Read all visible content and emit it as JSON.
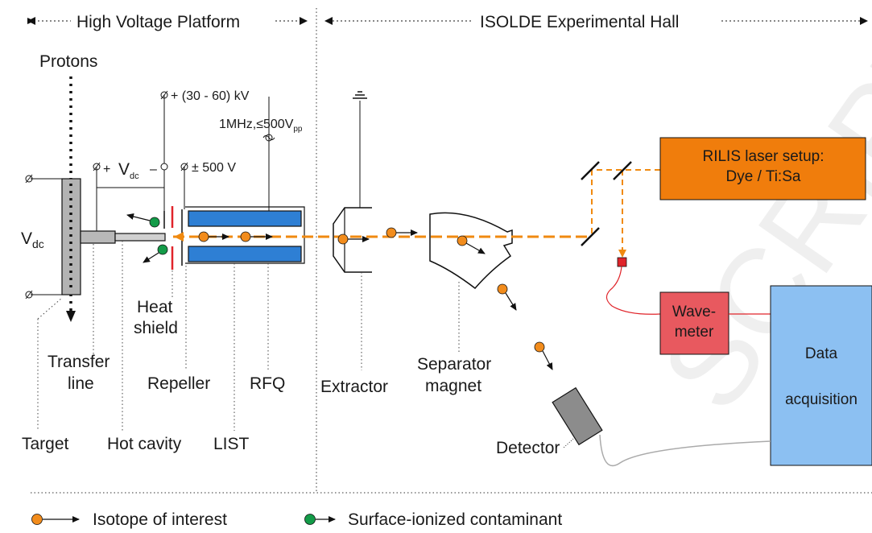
{
  "regions": {
    "high_voltage_platform": "High Voltage Platform",
    "experimental_hall": "ISOLDE Experimental Hall"
  },
  "labels": {
    "protons": "Protons",
    "vdc_left": "V",
    "vdc_left_sub": "dc",
    "hv_supply": "+ (30 - 60) kV",
    "rf_supply": "1MHz,≤500V",
    "rf_supply_sub": "pp",
    "vdc_bias_plus": "+",
    "vdc_bias_v": "V",
    "vdc_bias_sub": "dc",
    "vdc_bias_minus": "–",
    "repeller_supply": "± 500 V",
    "heat_shield_line1": "Heat",
    "heat_shield_line2": "shield",
    "transfer_line_line1": "Transfer",
    "transfer_line_line2": "line",
    "repeller": "Repeller",
    "rfq": "RFQ",
    "extractor": "Extractor",
    "separator_line1": "Separator",
    "separator_line2": "magnet",
    "target": "Target",
    "hot_cavity": "Hot cavity",
    "list": "LIST",
    "detector": "Detector"
  },
  "boxes": {
    "rilis_line1": "RILIS laser setup:",
    "rilis_line2": "Dye / Ti:Sa",
    "wavemeter_line1": "Wave-",
    "wavemeter_line2": "meter",
    "daq_line1": "Data",
    "daq_line2": "acquisition"
  },
  "legend": {
    "isotope": "Isotope of interest",
    "contaminant": "Surface-ionized contaminant"
  },
  "watermark": "SCRIPT",
  "colors": {
    "orange": "#f28c1c",
    "beam_orange": "#f08a10",
    "laser_box": "#f07d0c",
    "green": "#139b48",
    "rfq_blue": "#2e7fd4",
    "wavemeter": "#e8595f",
    "daq": "#8cc0f2",
    "detector": "#8c8c8c",
    "electrode_red": "#e0242a"
  }
}
